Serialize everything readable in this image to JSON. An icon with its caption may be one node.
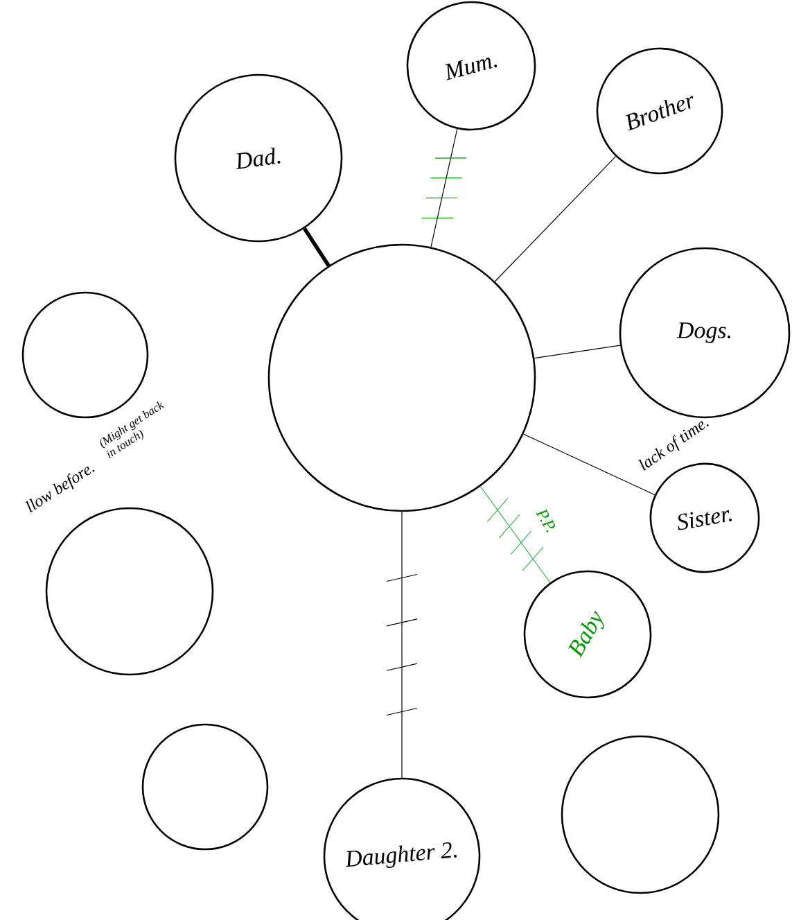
{
  "diagram": {
    "nodes": [
      {
        "text": [],
        "shape": "circle"
      },
      {
        "text": [
          "Dad."
        ]
      },
      {
        "text": [
          "Mum."
        ]
      },
      {
        "text": [
          "Brother"
        ]
      },
      {
        "text": [
          "Dogs."
        ]
      },
      {
        "text": [
          "Sister."
        ]
      },
      {
        "text": [
          "Baby"
        ]
      },
      {
        "text": [
          "Daughter 2."
        ]
      },
      {
        "text": [],
        "shape": "circle"
      },
      {
        "text": [],
        "shape": "circle"
      },
      {
        "text": [],
        "shape": "circle"
      },
      {
        "text": [],
        "shape": "circle"
      }
    ],
    "edges": [
      {
        "from": 0,
        "to": 1,
        "arrow": "none",
        "style": "thick"
      },
      {
        "from": 0,
        "to": 2,
        "arrow": "none"
      },
      {
        "from": 0,
        "to": 3,
        "arrow": "none"
      },
      {
        "from": 0,
        "to": 4,
        "arrow": "none"
      },
      {
        "from": 0,
        "to": 5,
        "arrow": "none"
      },
      {
        "from": 0,
        "to": 6,
        "arrow": "none",
        "label": "P.P.",
        "color": "#3cb44b"
      },
      {
        "from": 0,
        "to": 7,
        "arrow": "none"
      }
    ],
    "labels": [
      "llow before.",
      "(Might get back in touch)",
      "lack of time."
    ]
  }
}
